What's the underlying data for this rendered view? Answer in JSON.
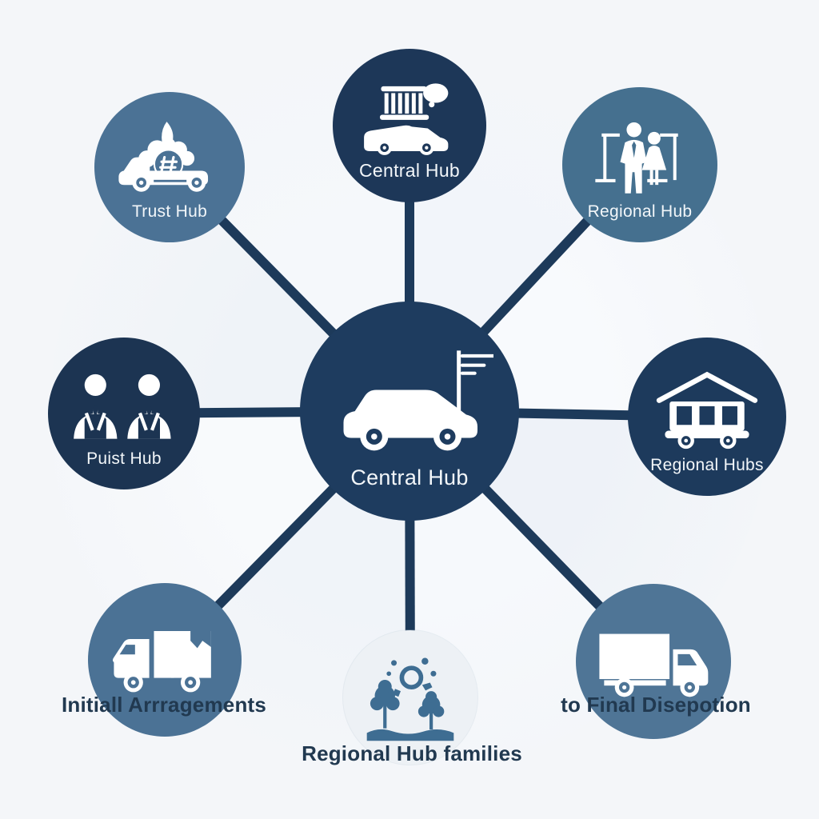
{
  "diagram": {
    "background_color": "#f4f6f9",
    "connector_color": "#1d3a5a",
    "label_color_dark": "#213950",
    "label_color_light": "#f2f6f9",
    "center": {
      "label": "Central Hub",
      "icon": "flag-van-icon",
      "color": "#1e3c5f"
    },
    "nodes": [
      {
        "position": "top",
        "label": "Central Hub",
        "icon": "roof-rack-van-icon",
        "color": "#1d3758",
        "label_placement": "inside"
      },
      {
        "position": "top-right",
        "label": "Regional Hub",
        "icon": "couple-icon",
        "color": "#45708f",
        "label_placement": "inside"
      },
      {
        "position": "right",
        "label": "Regional Hubs",
        "icon": "house-on-wheels-icon",
        "color": "#1d3a5c",
        "label_placement": "inside"
      },
      {
        "position": "bottom-right",
        "label": "to Final Disepotion",
        "icon": "box-truck-icon",
        "color": "#4f7596",
        "label_placement": "outside"
      },
      {
        "position": "bottom",
        "label": "Regional Hub families",
        "icon": "trees-sun-icon",
        "color": "#edf1f5",
        "icon_color": "#3e6d92",
        "label_placement": "outside"
      },
      {
        "position": "bottom-left",
        "label": "Initiall Arrragements",
        "icon": "moving-truck-icon",
        "color": "#4b7295",
        "label_placement": "outside"
      },
      {
        "position": "left",
        "label": "Puist Hub",
        "icon": "two-workers-icon",
        "color": "#1c3452",
        "label_placement": "inside"
      },
      {
        "position": "top-left",
        "label": "Trust Hub",
        "icon": "flower-pickup-icon",
        "color": "#4b7295",
        "label_placement": "inside"
      }
    ],
    "connections": [
      {
        "from": "Central Hub",
        "to": "Central Hub"
      },
      {
        "from": "Central Hub",
        "to": "Regional Hub"
      },
      {
        "from": "Central Hub",
        "to": "Regional Hubs"
      },
      {
        "from": "Central Hub",
        "to": "to Final Disepotion"
      },
      {
        "from": "Central Hub",
        "to": "Regional Hub families"
      },
      {
        "from": "Central Hub",
        "to": "Initiall Arrragements"
      },
      {
        "from": "Central Hub",
        "to": "Puist Hub"
      },
      {
        "from": "Central Hub",
        "to": "Trust Hub"
      }
    ]
  }
}
